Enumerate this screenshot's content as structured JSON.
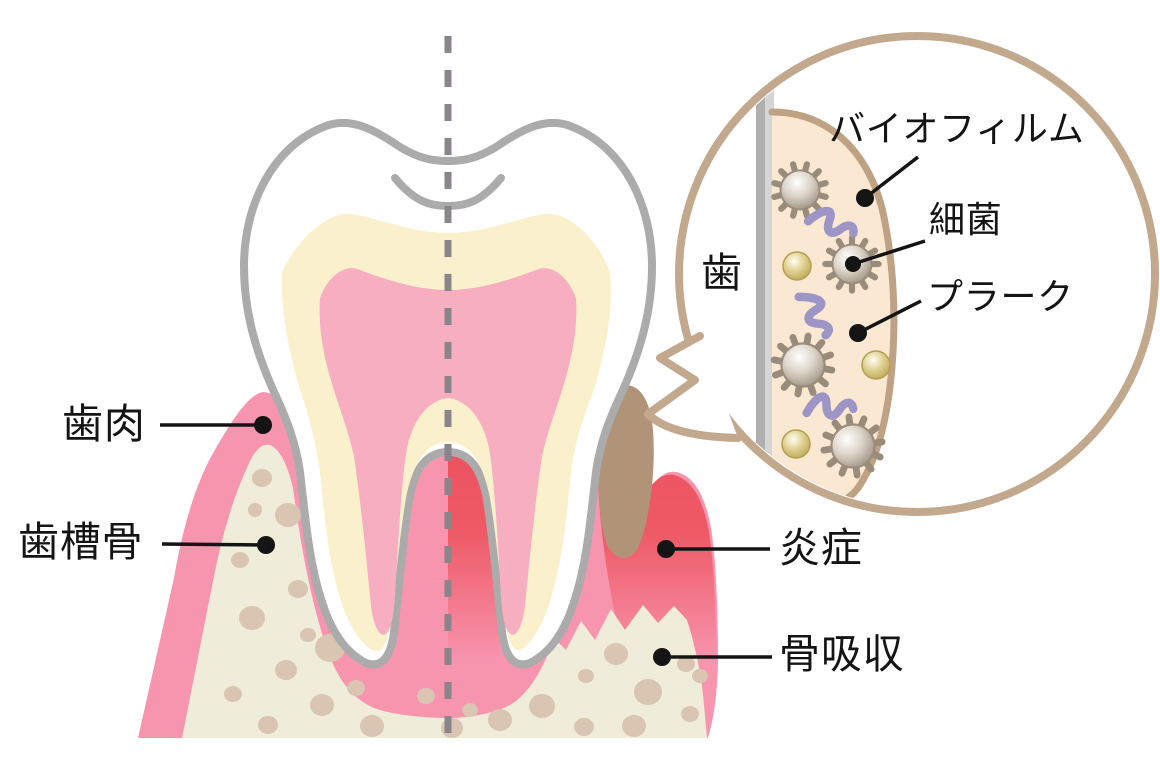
{
  "figure": {
    "kind": "periodontal-disease-tooth-cross-section-diagram",
    "labels": {
      "gums": "歯肉",
      "alveolar_bone": "歯槽骨",
      "inflammation": "炎症",
      "bone_resorption": "骨吸収"
    },
    "callout": {
      "tooth": "歯",
      "biofilm": "バイオフィルム",
      "bacteria": "細菌",
      "plaque": "プラーク"
    },
    "icons": {
      "spiky_bacterium_icon": "spiked-circle-microbe",
      "coccus_icon": "round-yellow-microbe",
      "spirochete_icon": "purple-wavy-microbe",
      "speech_bubble": "circular-callout-with-tail",
      "center_divider": "vertical-dashed-line"
    },
    "colors": {
      "gum_pink": "#F794AE",
      "inflamed_red": "#ED5260",
      "bone_cream": "#EFECDA",
      "bone_spot_tan": "#D9C5B1",
      "dentin_cream": "#FBF0CC",
      "pulp_pink": "#F7AEC1",
      "tooth_outline_gray": "#ABABAB",
      "tartar_brown": "#B19478",
      "bubble_border_tan": "#C2A98E",
      "plaque_fill": "#FAE8D2",
      "plaque_membrane": "#BFA183",
      "spiky_bacterium_gray": "#9A8C7B",
      "coccus_yellow": "#B5A04B",
      "spirochete_purple": "#9C95C5",
      "text_black": "#141414"
    }
  }
}
